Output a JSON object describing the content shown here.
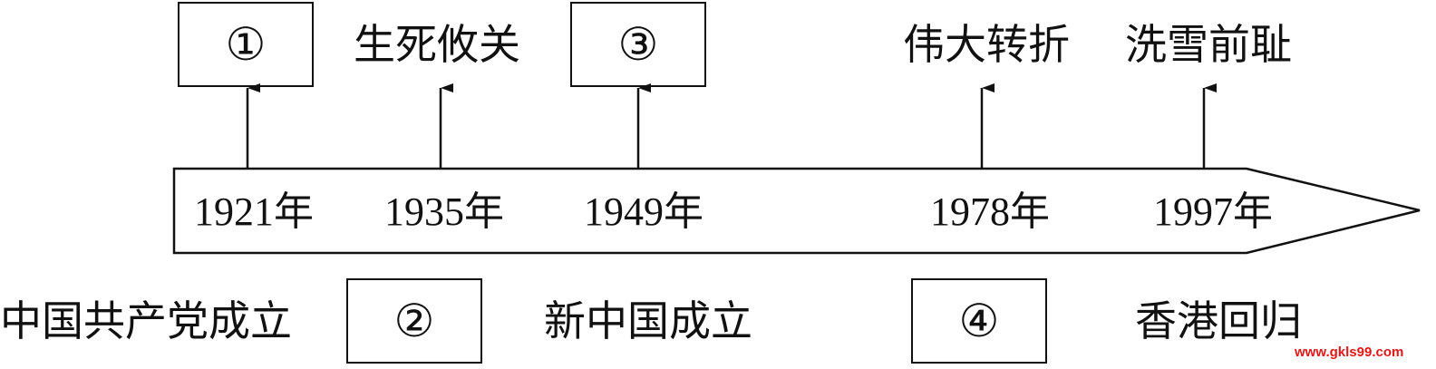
{
  "timeline": {
    "years": [
      "1921年",
      "1935年",
      "1949年",
      "1978年",
      "1997年"
    ]
  },
  "top_row": {
    "box1": "①",
    "label_1935": "生死攸关",
    "box3": "③",
    "label_1978": "伟大转折",
    "label_1997": "洗雪前耻"
  },
  "bottom_row": {
    "label_1921": "中国共产党成立",
    "box2": "②",
    "label_1949": "新中国成立",
    "box4": "④",
    "label_1997": "香港回归"
  },
  "watermark": "www.gkls99.com"
}
